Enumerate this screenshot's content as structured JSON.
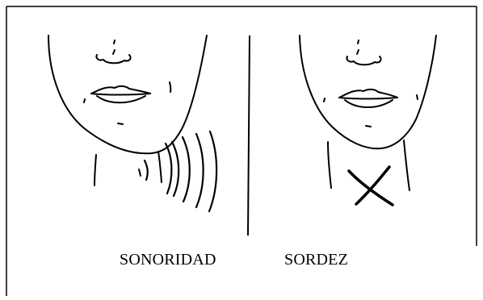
{
  "panels": [
    {
      "label": "SONORIDAD",
      "icon": "vibration-waves"
    },
    {
      "label": "SORDEZ",
      "icon": "x-mark"
    }
  ],
  "colors": {
    "stroke": "#000000",
    "background": "#ffffff"
  }
}
